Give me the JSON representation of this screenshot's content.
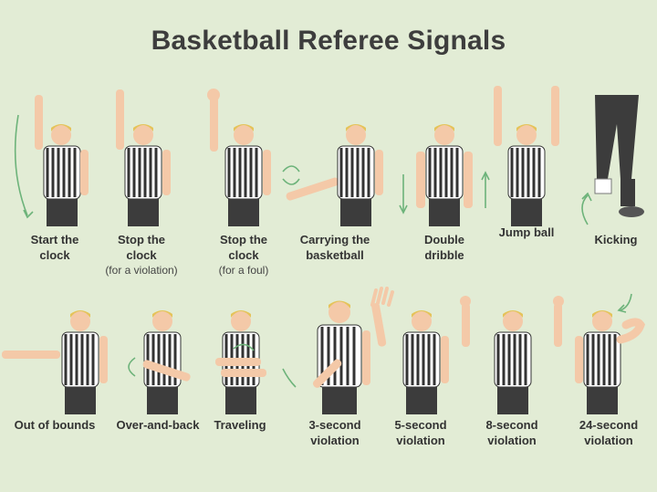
{
  "title": "Basketball Referee Signals",
  "colors": {
    "background": "#e2ecd5",
    "skin": "#f4c9a8",
    "hair": "#e5c35a",
    "pants": "#3c3c3c",
    "arrow": "#6db37a"
  },
  "row1": [
    {
      "label": "Start the\nclock",
      "sub": "",
      "pose": "one-arm-up"
    },
    {
      "label": "Stop the\nclock",
      "sub": "(for a violation)",
      "pose": "one-arm-up-open"
    },
    {
      "label": "Stop the\nclock",
      "sub": "(for a foul)",
      "pose": "one-arm-up-fist"
    },
    {
      "label": "Carrying the\nbasketball",
      "sub": "",
      "pose": "arm-side"
    },
    {
      "label": "Double\ndribble",
      "sub": "",
      "pose": "arms-down"
    },
    {
      "label": "Jump ball",
      "sub": "",
      "pose": "both-arms-up"
    },
    {
      "label": "Kicking",
      "sub": "",
      "pose": "leg"
    }
  ],
  "row2": [
    {
      "label": "Out of bounds",
      "sub": "",
      "pose": "point-side"
    },
    {
      "label": "Over-and-back",
      "sub": "",
      "pose": "arm-across"
    },
    {
      "label": "Traveling",
      "sub": "",
      "pose": "roll-arms"
    },
    {
      "label": "3-second\nviolation",
      "sub": "",
      "pose": "arm-down-side"
    },
    {
      "label": "5-second\nviolation",
      "sub": "",
      "pose": "hand-up-five"
    },
    {
      "label": "8-second\nviolation",
      "sub": "",
      "pose": "both-hands-up"
    },
    {
      "label": "24-second\nviolation",
      "sub": "",
      "pose": "hand-shoulder"
    }
  ]
}
